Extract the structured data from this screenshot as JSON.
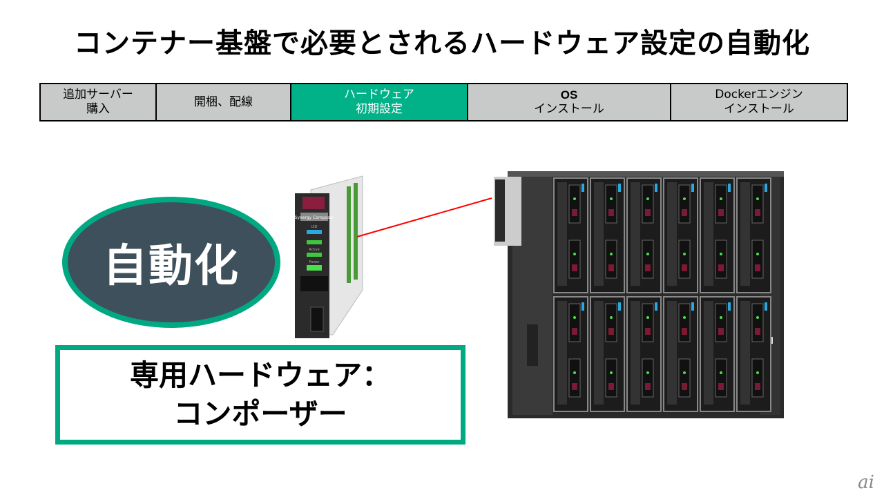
{
  "title": "コンテナー基盤で必要とされるハードウェア設定の自動化",
  "steps": [
    {
      "line1": "追加サーバー",
      "line2": "購入"
    },
    {
      "line1": "開梱、配線",
      "line2": ""
    },
    {
      "line1": "ハードウェア",
      "line2": "初期設定"
    },
    {
      "line1": "OS",
      "line2": "インストール"
    },
    {
      "line1": "Dockerエンジン",
      "line2": "インストール"
    }
  ],
  "ellipse_label": "自動化",
  "box": {
    "line1": "専用ハードウェア：",
    "line2": "コンポーザー"
  },
  "module_labels": {
    "brand": "Synergy Composer",
    "uid": "UID",
    "active": "Active",
    "power": "Power"
  },
  "logo": "ai",
  "colors": {
    "accent": "#01a982",
    "active_step": "#01b188",
    "step_bg": "#c8caca",
    "ellipse": "#3f505d",
    "pointer": "#ff0000"
  }
}
